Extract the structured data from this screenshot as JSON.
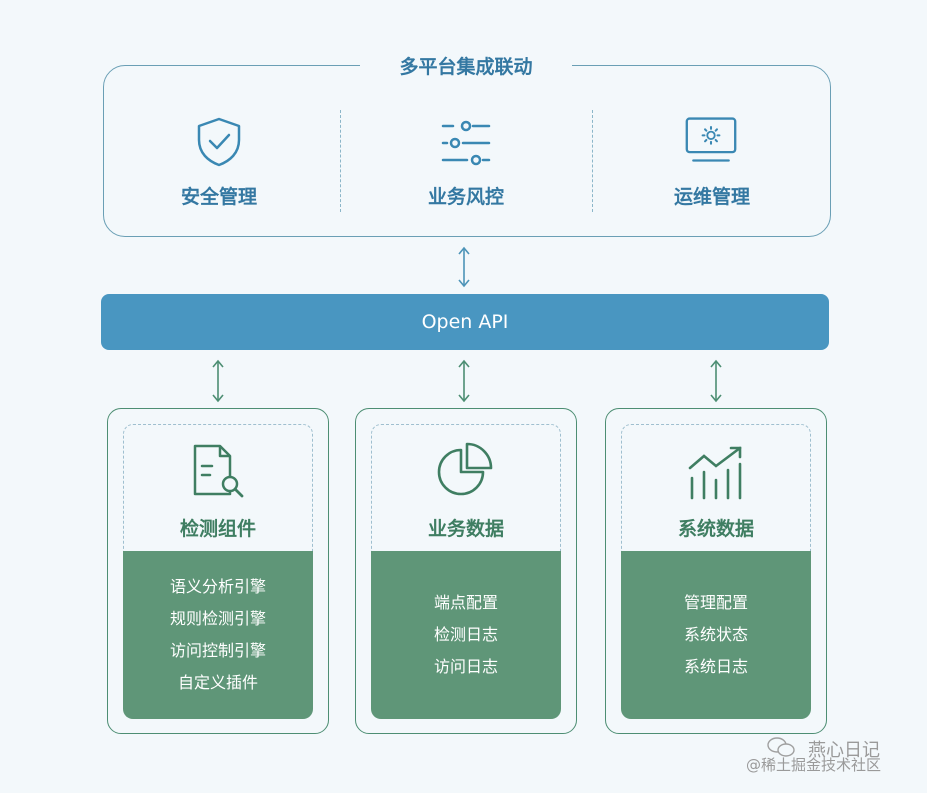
{
  "platform": {
    "title": "多平台集成联动",
    "items": [
      {
        "label": "安全管理",
        "icon": "shield-check-icon"
      },
      {
        "label": "业务风控",
        "icon": "sliders-icon"
      },
      {
        "label": "运维管理",
        "icon": "monitor-gear-icon"
      }
    ]
  },
  "api": {
    "label": "Open API"
  },
  "cards": [
    {
      "title": "检测组件",
      "icon": "document-search-icon",
      "items": [
        "语义分析引擎",
        "规则检测引擎",
        "访问控制引擎",
        "自定义插件"
      ]
    },
    {
      "title": "业务数据",
      "icon": "pie-chart-icon",
      "items": [
        "端点配置",
        "检测日志",
        "访问日志"
      ]
    },
    {
      "title": "系统数据",
      "icon": "bar-chart-trend-icon",
      "items": [
        "管理配置",
        "系统状态",
        "系统日志"
      ]
    }
  ],
  "watermark": {
    "line1": "燕心日记",
    "line2": "@稀土掘金技术社区"
  },
  "colors": {
    "background": "#f3f8fb",
    "platform_blue": "#3478a2",
    "api_bar": "#4996c1",
    "card_green": "#3f7e62",
    "panel_green": "#5f9678"
  }
}
